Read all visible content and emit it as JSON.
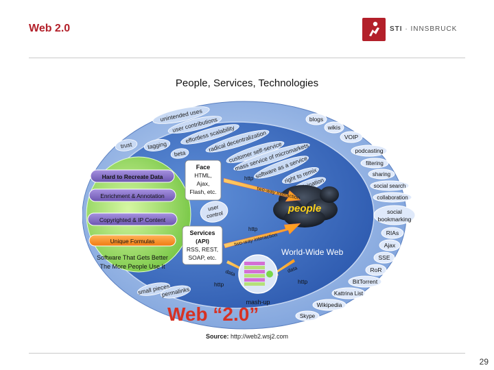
{
  "slide": {
    "title": "Web 2.0",
    "subtitle": "People, Services, Technologies",
    "page_number": "29"
  },
  "logo": {
    "text_sti": "STI",
    "text_city": "· INNSBRUCK"
  },
  "source": {
    "label": "Source:",
    "url": "http://web2.wsj2.com"
  },
  "diagram": {
    "left_core": {
      "hard_to_recreate": "Hard to Recreate Data",
      "enrichment": "Enrichment & Annotation",
      "copyrighted": "Copyrighted & IP Content",
      "unique_formulas": "Unique Formulas",
      "software_better_1": "Software That Gets Better",
      "software_better_2": "The More People Use It"
    },
    "face_box": {
      "title": "Face",
      "l1": "HTML,",
      "l2": "Ajax,",
      "l3": "Flash, etc."
    },
    "services_box": {
      "title": "Services",
      "l1": "(API)",
      "l2": "RSS, REST,",
      "l3": "SOAP, etc."
    },
    "user_control": [
      "user",
      "control"
    ],
    "arc_terms": {
      "unintended_uses": "unintended uses",
      "user_contributions": "user contributions",
      "effortless_scalability": "effortless scalability",
      "radical_decentralization": "radical decentralization",
      "customer_self_service": "customer self-service",
      "mass_service": "mass service of micromarkets",
      "software_as_service": "software as a service",
      "right_to_remix": "right to remix",
      "participation": "participation",
      "trust": "trust",
      "tagging": "tagging",
      "beta": "beta",
      "small_pieces": "small pieces",
      "permalinks": "permalinks"
    },
    "connections": {
      "http_top": "http",
      "two_way_top": "two-way interaction",
      "http_mid": "http",
      "two_way_mid": "two-way interaction",
      "data_left": "data",
      "data_right": "data",
      "http_bottom_left": "http",
      "http_bottom_right": "http"
    },
    "people": "people",
    "world_wide_web": "World-Wide Web",
    "mash_up": "mash-up",
    "web20_label": "Web “2.0”",
    "right_pills": {
      "blogs": "blogs",
      "wikis": "wikis",
      "voip": "VOIP",
      "podcasting": "podcasting",
      "filtering": "filtering",
      "sharing": "sharing",
      "social_search": "social search",
      "collaboration": "collaboration",
      "social_bookmarking_1": "social",
      "social_bookmarking_2": "bookmarking",
      "rias": "RIAs",
      "ajax": "Ajax",
      "sse": "SSE",
      "ror": "RoR",
      "bittorrent": "BitTorrent",
      "kattrinalist": "Kattrina List",
      "wikipedia": "Wikipedia",
      "skype": "Skype"
    },
    "colors": {
      "outer_ring": "#8fb0e3",
      "mid_ring": "#3e6fc2",
      "inner_green": "#8fd65a",
      "core_green": "#c6f28a",
      "purple_pill": "#8a72c8",
      "orange_pill": "#ff8a1a",
      "web20_red": "#d63224"
    }
  }
}
